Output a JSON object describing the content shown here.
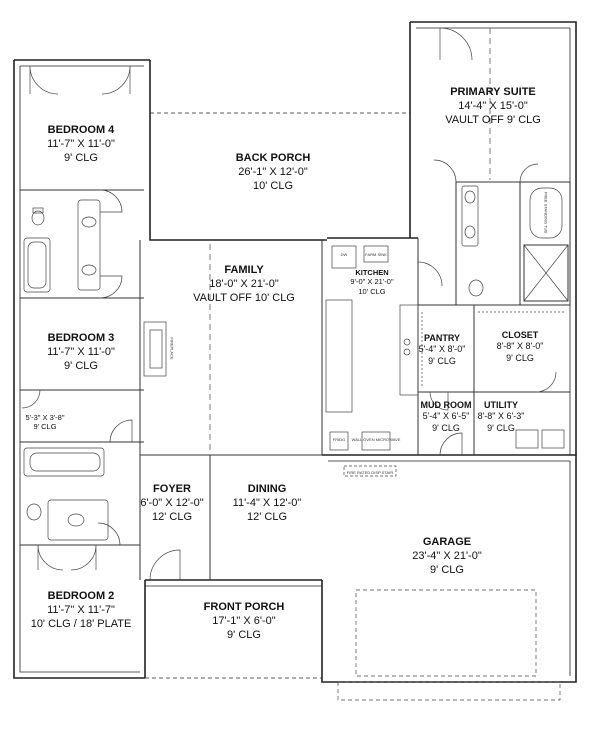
{
  "rooms": {
    "bedroom4": {
      "name": "BEDROOM 4",
      "lines": [
        "11'-7\" X 11'-0\"",
        "9' CLG"
      ]
    },
    "back_porch": {
      "name": "BACK PORCH",
      "lines": [
        "26'-1\" X 12'-0\"",
        "10' CLG"
      ]
    },
    "primary": {
      "name": "PRIMARY SUITE",
      "lines": [
        "14'-4\" X 15'-0\"",
        "VAULT OFF 9' CLG"
      ]
    },
    "family": {
      "name": "FAMILY",
      "lines": [
        "18'-0\" X 21'-0\"",
        "VAULT OFF 10' CLG"
      ]
    },
    "kitchen": {
      "name": "KITCHEN",
      "lines": [
        "9'-0\" X 21'-0\"",
        "10' CLG"
      ]
    },
    "bedroom3": {
      "name": "BEDROOM 3",
      "lines": [
        "11'-7\" X 11'-0\"",
        "9' CLG"
      ]
    },
    "pantry": {
      "name": "PANTRY",
      "lines": [
        "5'-4\" X 8'-0\"",
        "9' CLG"
      ]
    },
    "closet": {
      "name": "CLOSET",
      "lines": [
        "8'-8\" X 8'-0\"",
        "9' CLG"
      ]
    },
    "hall_closet": {
      "name": "",
      "lines": [
        "5'-3\" X 3'-8\"",
        "9' CLG"
      ]
    },
    "mudroom": {
      "name": "MUD ROOM",
      "lines": [
        "5'-4\" X 6'-5\"",
        "9' CLG"
      ]
    },
    "utility": {
      "name": "UTILITY",
      "lines": [
        "8'-8\" X 6'-3\"",
        "9' CLG"
      ]
    },
    "foyer": {
      "name": "FOYER",
      "lines": [
        "6'-0\" X 12'-0\"",
        "12' CLG"
      ]
    },
    "dining": {
      "name": "DINING",
      "lines": [
        "11'-4\" X 12'-0\"",
        "12' CLG"
      ]
    },
    "garage": {
      "name": "GARAGE",
      "lines": [
        "23'-4\" X 21'-0\"",
        "9' CLG"
      ]
    },
    "bedroom2": {
      "name": "BEDROOM 2",
      "lines": [
        "11'-7\" X 11'-7\"",
        "10' CLG / 18' PLATE"
      ]
    },
    "front_porch": {
      "name": "FRONT PORCH",
      "lines": [
        "17'-1\" X 6'-0\"",
        "9' CLG"
      ]
    }
  },
  "annotations": {
    "fire_rated_stair": "FIRE RATED DISP STAIR",
    "wall_oven": "WALL OVEN MICROWAVE",
    "fridge": "FRIDG",
    "dw": "DW",
    "farm_sink": "FARM SINK",
    "freestanding_tub": "FREE STANDING TUB",
    "fireplace": "FIREPLACE"
  }
}
